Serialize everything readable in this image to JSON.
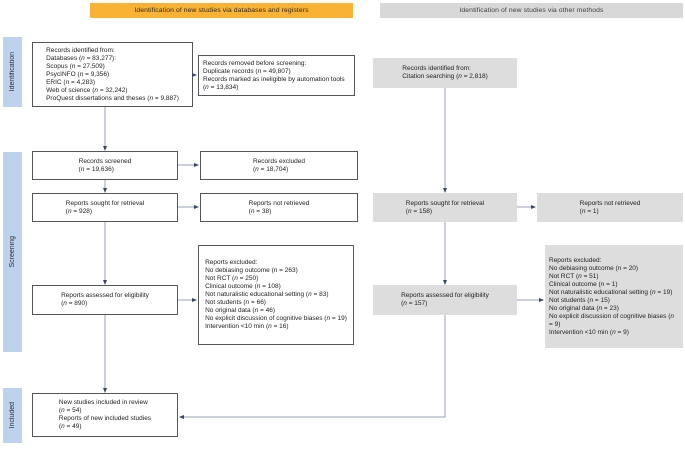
{
  "headers": {
    "databases": "Identification of new studies via databases and registers",
    "other_methods": "Identification of new studies via other methods"
  },
  "stages": {
    "identification": "Identification",
    "screening": "Screening",
    "included": "Included"
  },
  "colors": {
    "accent_yellow": "#F9B233",
    "header_gray": "#D8D8D8",
    "stage_blue": "#BDD3ED",
    "box_gray": "#DDDDDD",
    "box_border": "#55565A",
    "arrow_line": "#97A0B4",
    "arrow_head": "#3A4660"
  },
  "boxes": {
    "records_identified_db": {
      "lines": [
        "Records identified from:",
        "Databases (n = 83,277):",
        "Scopus (n = 27,509)",
        "PsycINFO (n = 9,356)",
        "ERIC (n = 4,283)",
        "Web of science (n = 32,242)",
        "ProQuest dissertations and theses (n = 9,887)"
      ]
    },
    "records_removed": {
      "lines": [
        "Records removed before screening:",
        "Duplicate records (n = 49,807)",
        "Records marked as ineligible by automation tools (n = 13,834)"
      ]
    },
    "records_identified_citation": {
      "lines": [
        "Records identified from:",
        "Citation searching (n = 2,818)"
      ]
    },
    "records_screened": {
      "lines": [
        "Records screened",
        "(n = 19,636)"
      ]
    },
    "records_excluded": {
      "lines": [
        "Records excluded",
        "(n = 18,704)"
      ]
    },
    "reports_sought_db": {
      "lines": [
        "Reports sought for retrieval",
        "(n = 928)"
      ]
    },
    "reports_not_retrieved_db": {
      "lines": [
        "Reports not retrieved",
        "(n = 38)"
      ]
    },
    "reports_sought_other": {
      "lines": [
        "Reports sought for retrieval",
        "(n = 158)"
      ]
    },
    "reports_not_retrieved_other": {
      "lines": [
        "Reports not retrieved",
        "(n = 1)"
      ]
    },
    "reports_assessed_db": {
      "lines": [
        "Reports assessed for eligibility",
        "(n = 890)"
      ]
    },
    "reports_excluded_db": {
      "lines": [
        "Reports excluded:",
        "No debiasing outcome (n = 263)",
        "Not RCT (n = 250)",
        "Clinical outcome (n = 108)",
        "Not naturalistic educational setting (n = 83)",
        "Not students (n = 66)",
        "No original data (n = 46)",
        "No explicit discussion of cognitive biases (n = 19)",
        "Intervention <10 min (n = 16)"
      ]
    },
    "reports_assessed_other": {
      "lines": [
        "Reports assessed for eligibility",
        "(n = 157)"
      ]
    },
    "reports_excluded_other": {
      "lines": [
        "Reports excluded:",
        "No debiasing outcome (n = 20)",
        "Not RCT (n = 51)",
        "Clinical outcome (n = 1)",
        "Not naturalistic educational setting (n = 19)",
        "Not students (n = 15)",
        "No original data (n = 23)",
        "No explicit discussion of cognitive biases (n = 9)",
        "Intervention <10 min (n = 9)"
      ]
    },
    "included_studies": {
      "lines": [
        "New studies included in review",
        "(n = 54)",
        "Reports of new included studies",
        "(n = 49)"
      ]
    }
  }
}
